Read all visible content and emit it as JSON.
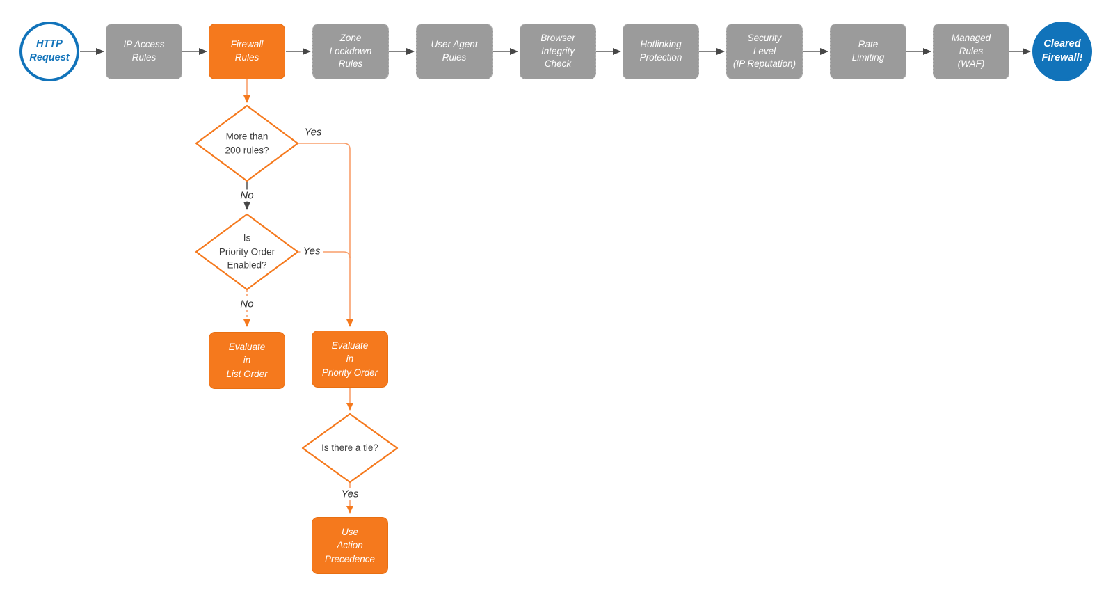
{
  "diagram": {
    "title_hint": "HTTP request firewall evaluation flowchart",
    "start": {
      "label": "HTTP\nRequest"
    },
    "pipeline": [
      {
        "label": "IP Access\nRules"
      },
      {
        "label": "Firewall\nRules"
      },
      {
        "label": "Zone\nLockdown\nRules"
      },
      {
        "label": "User Agent\nRules"
      },
      {
        "label": "Browser\nIntegrity\nCheck"
      },
      {
        "label": "Hotlinking\nProtection"
      },
      {
        "label": "Security\nLevel\n(IP Reputation)"
      },
      {
        "label": "Rate\nLimiting"
      },
      {
        "label": "Managed\nRules\n(WAF)"
      }
    ],
    "end": {
      "label": "Cleared\nFirewall!"
    },
    "decisions": [
      {
        "label": "More than\n200 rules?"
      },
      {
        "label": "Is\nPriority Order\nEnabled?"
      },
      {
        "label": "Is there a tie?"
      }
    ],
    "actions": [
      {
        "label": "Evaluate\nin\nList Order"
      },
      {
        "label": "Evaluate\nin\nPriority Order"
      },
      {
        "label": "Use\nAction\nPrecedence"
      }
    ],
    "edge_labels": {
      "yes1": "Yes",
      "no1": "No",
      "yes2": "Yes",
      "no2": "No",
      "yes3": "Yes"
    },
    "colors": {
      "orange": "#F5791D",
      "orange-light": "#F89E6A",
      "blue": "#1173BA",
      "gray": "#9B9B9B"
    }
  }
}
